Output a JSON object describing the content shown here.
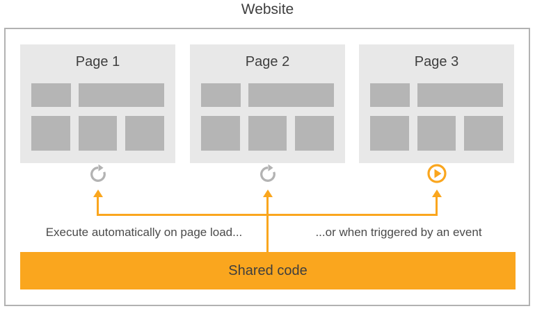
{
  "diagram": {
    "title": "Website",
    "pages": [
      {
        "label": "Page 1",
        "trigger_icon": "refresh-icon"
      },
      {
        "label": "Page 2",
        "trigger_icon": "refresh-icon"
      },
      {
        "label": "Page 3",
        "trigger_icon": "play-icon"
      }
    ],
    "captions": {
      "left": "Execute automatically on page load...",
      "right": "...or when triggered by an event"
    },
    "shared_code": {
      "label": "Shared code"
    },
    "colors": {
      "accent_orange": "#FAA61E",
      "icon_gray": "#B3B3B3",
      "card_background": "#E8E8E8",
      "block_gray": "#B5B5B5",
      "border_gray": "#B2B2B2",
      "text_dark": "#3E3E3E"
    }
  }
}
